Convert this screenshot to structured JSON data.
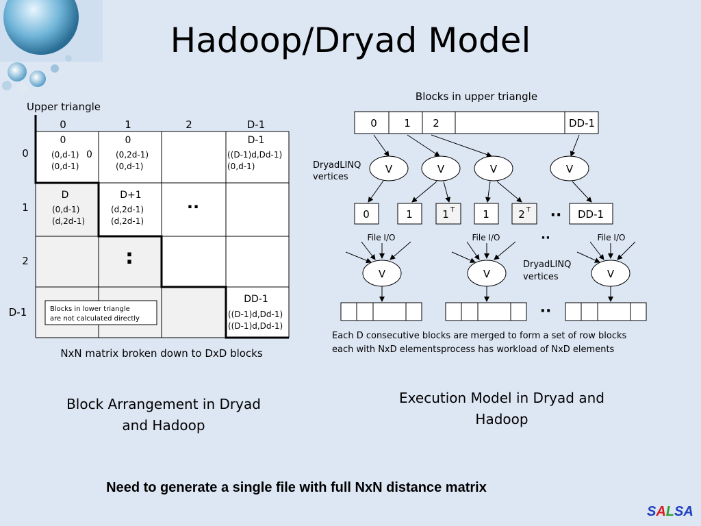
{
  "title": "Hadoop/Dryad Model",
  "left": {
    "upper_label": "Upper triangle",
    "col_headers": [
      "0",
      "1",
      "2",
      "D-1"
    ],
    "row_headers": [
      "0",
      "1",
      "2",
      "D-1"
    ],
    "cells": {
      "r0c0": {
        "top": "0",
        "l1": "(0,d-1)",
        "l2": "(0,d-1)",
        "side": "0"
      },
      "r0c1": {
        "top": "0",
        "l1": "(0,2d-1)",
        "l2": "(0,d-1)"
      },
      "r0c3": {
        "top": "D-1",
        "l1": "((D-1)d,Dd-1)",
        "l2": "(0,d-1)"
      },
      "r1c0": {
        "top": "D",
        "l1": "(0,d-1)",
        "l2": "(d,2d-1)"
      },
      "r1c1": {
        "top": "D+1",
        "l1": "(d,2d-1)",
        "l2": "(d,2d-1)"
      },
      "r3c3": {
        "top": "DD-1",
        "l1": "((D-1)d,Dd-1)",
        "l2": "((D-1)d,Dd-1)"
      }
    },
    "h_ellipsis": "··",
    "v_ellipsis": ":",
    "note_line1": "Blocks in lower triangle",
    "note_line2": "are not calculated directly",
    "matrix_caption": "NxN matrix broken down to DxD blocks",
    "caption": "Block Arrangement in Dryad and Hadoop"
  },
  "right": {
    "blocks_label": "Blocks in upper triangle",
    "top_blocks": [
      "0",
      "1",
      "2",
      "",
      "DD-1"
    ],
    "dryad_label_line1": "DryadLINQ",
    "dryad_label_line2": "vertices",
    "vertex": "V",
    "out_blocks": [
      "0",
      "1",
      "1",
      "1",
      "2",
      "DD-1"
    ],
    "sup_T": "T",
    "ellipsis": "··",
    "file_io": "File I/O",
    "merge_line1": "Each D consecutive blocks are merged to form a set of row blocks",
    "merge_line2": "each with NxD elementsprocess  has workload of NxD elements",
    "caption": "Execution Model in Dryad and Hadoop"
  },
  "bottom_note": "Need to generate a single file with full NxN distance matrix",
  "logo": {
    "letters": [
      "S",
      "A",
      "L",
      "S",
      "A"
    ],
    "colors": [
      "#1f3fbf",
      "#d81b1b",
      "#2e9d2e",
      "#1f3fbf",
      "#1f3fbf"
    ]
  }
}
